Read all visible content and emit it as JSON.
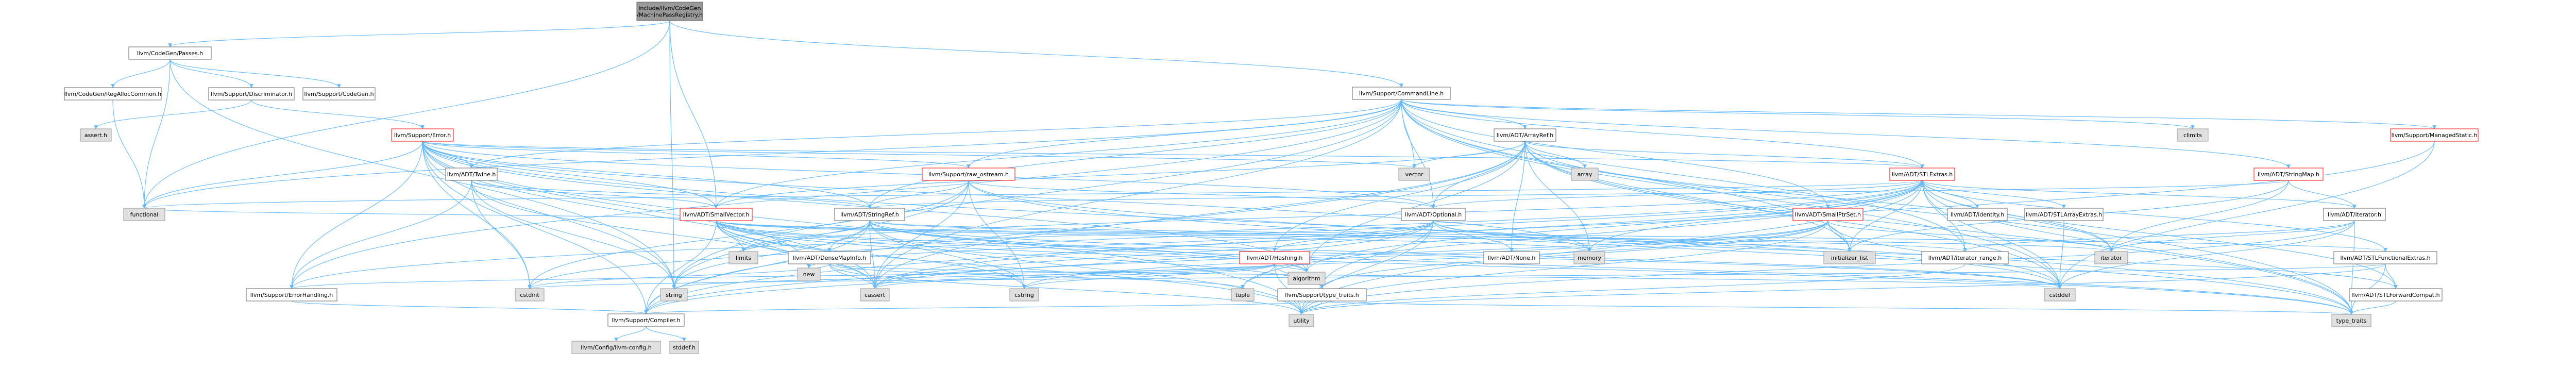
{
  "colors": {
    "root_fill": "#999999",
    "node_fill": "#ffffff",
    "node_stroke": "#666666",
    "red_stroke": "#ff0000",
    "sys_fill": "#e0e0e0",
    "sys_stroke": "#999999",
    "edge": "#63b8ff"
  },
  "nodes": [
    {
      "id": "root",
      "kind": "root",
      "lines": [
        "include/llvm/CodeGen",
        "/MachinePassRegistry.h"
      ]
    },
    {
      "id": "cgpasses",
      "kind": "normal",
      "lines": [
        "llvm/CodeGen/Passes.h"
      ]
    },
    {
      "id": "cmdline",
      "kind": "normal",
      "lines": [
        "llvm/Support/CommandLine.h"
      ]
    },
    {
      "id": "regalloc",
      "kind": "normal",
      "lines": [
        "llvm/CodeGen/RegAllocCommon.h"
      ]
    },
    {
      "id": "discrim",
      "kind": "normal",
      "lines": [
        "llvm/Support/Discriminator.h"
      ]
    },
    {
      "id": "codegen",
      "kind": "normal",
      "lines": [
        "llvm/Support/CodeGen.h"
      ]
    },
    {
      "id": "error",
      "kind": "red",
      "lines": [
        "llvm/Support/Error.h"
      ]
    },
    {
      "id": "assert",
      "kind": "sys",
      "lines": [
        "assert.h"
      ]
    },
    {
      "id": "twine",
      "kind": "normal",
      "lines": [
        "llvm/ADT/Twine.h"
      ]
    },
    {
      "id": "rawos",
      "kind": "red",
      "lines": [
        "llvm/Support/raw_ostream.h"
      ]
    },
    {
      "id": "arrayref",
      "kind": "normal",
      "lines": [
        "llvm/ADT/ArrayRef.h"
      ]
    },
    {
      "id": "stlextras",
      "kind": "red",
      "lines": [
        "llvm/ADT/STLExtras.h"
      ]
    },
    {
      "id": "smallptrset",
      "kind": "red",
      "lines": [
        "llvm/ADT/SmallPtrSet.h"
      ]
    },
    {
      "id": "stringmap",
      "kind": "red",
      "lines": [
        "llvm/ADT/StringMap.h"
      ]
    },
    {
      "id": "managedstatic",
      "kind": "red",
      "lines": [
        "llvm/Support/ManagedStatic.h"
      ]
    },
    {
      "id": "climits",
      "kind": "sys",
      "lines": [
        "climits"
      ]
    },
    {
      "id": "vector",
      "kind": "sys",
      "lines": [
        "vector"
      ]
    },
    {
      "id": "array",
      "kind": "sys",
      "lines": [
        "array"
      ]
    },
    {
      "id": "functional",
      "kind": "sys",
      "lines": [
        "functional"
      ]
    },
    {
      "id": "stringref",
      "kind": "normal",
      "lines": [
        "llvm/ADT/StringRef.h"
      ]
    },
    {
      "id": "smallvector",
      "kind": "red",
      "lines": [
        "llvm/ADT/SmallVector.h"
      ]
    },
    {
      "id": "optional",
      "kind": "normal",
      "lines": [
        "llvm/ADT/Optional.h"
      ]
    },
    {
      "id": "identity",
      "kind": "normal",
      "lines": [
        "llvm/ADT/identity.h"
      ]
    },
    {
      "id": "stlarrayextras",
      "kind": "normal",
      "lines": [
        "llvm/ADT/STLArrayExtras.h"
      ]
    },
    {
      "id": "iteratorh",
      "kind": "normal",
      "lines": [
        "llvm/ADT/iterator.h"
      ]
    },
    {
      "id": "densemapinfo",
      "kind": "normal",
      "lines": [
        "llvm/ADT/DenseMapInfo.h"
      ]
    },
    {
      "id": "hashing",
      "kind": "red",
      "lines": [
        "llvm/ADT/Hashing.h"
      ]
    },
    {
      "id": "noneh",
      "kind": "normal",
      "lines": [
        "llvm/ADT/None.h"
      ]
    },
    {
      "id": "iterrange",
      "kind": "normal",
      "lines": [
        "llvm/ADT/iterator_range.h"
      ]
    },
    {
      "id": "stlfunctional",
      "kind": "normal",
      "lines": [
        "llvm/ADT/STLFunctionalExtras.h"
      ]
    },
    {
      "id": "stlforward",
      "kind": "normal",
      "lines": [
        "llvm/ADT/STLForwardCompat.h"
      ]
    },
    {
      "id": "limits",
      "kind": "sys",
      "lines": [
        "limits"
      ]
    },
    {
      "id": "new",
      "kind": "sys",
      "lines": [
        "new"
      ]
    },
    {
      "id": "memory",
      "kind": "sys",
      "lines": [
        "memory"
      ]
    },
    {
      "id": "initlist",
      "kind": "sys",
      "lines": [
        "initializer_list"
      ]
    },
    {
      "id": "iterator",
      "kind": "sys",
      "lines": [
        "iterator"
      ]
    },
    {
      "id": "typetraitsh",
      "kind": "normal",
      "lines": [
        "llvm/Support/type_traits.h"
      ]
    },
    {
      "id": "errhandling",
      "kind": "normal",
      "lines": [
        "llvm/Support/ErrorHandling.h"
      ]
    },
    {
      "id": "string",
      "kind": "sys",
      "lines": [
        "string"
      ]
    },
    {
      "id": "cstdint",
      "kind": "sys",
      "lines": [
        "cstdint"
      ]
    },
    {
      "id": "cassert",
      "kind": "sys",
      "lines": [
        "cassert"
      ]
    },
    {
      "id": "cstring",
      "kind": "sys",
      "lines": [
        "cstring"
      ]
    },
    {
      "id": "tuple",
      "kind": "sys",
      "lines": [
        "tuple"
      ]
    },
    {
      "id": "algorithm",
      "kind": "sys",
      "lines": [
        "algorithm"
      ]
    },
    {
      "id": "cstddef",
      "kind": "sys",
      "lines": [
        "cstddef"
      ]
    },
    {
      "id": "utility",
      "kind": "sys",
      "lines": [
        "utility"
      ]
    },
    {
      "id": "typetraits",
      "kind": "sys",
      "lines": [
        "type_traits"
      ]
    },
    {
      "id": "compiler",
      "kind": "normal",
      "lines": [
        "llvm/Support/Compiler.h"
      ]
    },
    {
      "id": "llvmconfig",
      "kind": "sys",
      "lines": [
        "llvm/Config/llvm-config.h"
      ]
    },
    {
      "id": "stddef",
      "kind": "sys",
      "lines": [
        "stddef.h"
      ]
    }
  ],
  "edges": [
    [
      "root",
      "cgpasses"
    ],
    [
      "root",
      "cmdline"
    ],
    [
      "root",
      "smallvector"
    ],
    [
      "root",
      "functional"
    ],
    [
      "root",
      "string"
    ],
    [
      "cgpasses",
      "regalloc"
    ],
    [
      "cgpasses",
      "discrim"
    ],
    [
      "cgpasses",
      "codegen"
    ],
    [
      "cgpasses",
      "functional"
    ],
    [
      "cgpasses",
      "string"
    ],
    [
      "regalloc",
      "functional"
    ],
    [
      "discrim",
      "assert"
    ],
    [
      "discrim",
      "error"
    ],
    [
      "cmdline",
      "arrayref"
    ],
    [
      "cmdline",
      "stlextras"
    ],
    [
      "cmdline",
      "smallptrset"
    ],
    [
      "cmdline",
      "smallvector"
    ],
    [
      "cmdline",
      "stringmap"
    ],
    [
      "cmdline",
      "stringref"
    ],
    [
      "cmdline",
      "twine"
    ],
    [
      "cmdline",
      "errhandling"
    ],
    [
      "cmdline",
      "managedstatic"
    ],
    [
      "cmdline",
      "rawos"
    ],
    [
      "cmdline",
      "cassert"
    ],
    [
      "cmdline",
      "climits"
    ],
    [
      "cmdline",
      "cstddef"
    ],
    [
      "cmdline",
      "functional"
    ],
    [
      "cmdline",
      "initlist"
    ],
    [
      "cmdline",
      "string"
    ],
    [
      "cmdline",
      "typetraits"
    ],
    [
      "cmdline",
      "vector"
    ],
    [
      "cmdline",
      "optional"
    ],
    [
      "cmdline",
      "iterrange"
    ],
    [
      "error",
      "stlextras"
    ],
    [
      "error",
      "smallvector"
    ],
    [
      "error",
      "stringref"
    ],
    [
      "error",
      "twine"
    ],
    [
      "error",
      "errhandling"
    ],
    [
      "error",
      "rawos"
    ],
    [
      "error",
      "compiler"
    ],
    [
      "error",
      "algorithm"
    ],
    [
      "error",
      "cassert"
    ],
    [
      "error",
      "cstdint"
    ],
    [
      "error",
      "cstdlib_placeholder"
    ],
    [
      "error",
      "functional"
    ],
    [
      "error",
      "memory"
    ],
    [
      "error",
      "new"
    ],
    [
      "error",
      "string"
    ],
    [
      "error",
      "system_error_placeholder"
    ],
    [
      "error",
      "typetraits"
    ],
    [
      "error",
      "utility"
    ],
    [
      "error",
      "vector"
    ],
    [
      "error",
      "optional"
    ],
    [
      "twine",
      "smallvector"
    ],
    [
      "twine",
      "stringref"
    ],
    [
      "twine",
      "errhandling"
    ],
    [
      "twine",
      "cassert"
    ],
    [
      "twine",
      "cstdint"
    ],
    [
      "twine",
      "string"
    ],
    [
      "rawos",
      "stringref"
    ],
    [
      "rawos",
      "optional"
    ],
    [
      "rawos",
      "cassert"
    ],
    [
      "rawos",
      "cstddef"
    ],
    [
      "rawos",
      "cstdint"
    ],
    [
      "rawos",
      "cstring"
    ],
    [
      "rawos",
      "string"
    ],
    [
      "rawos",
      "typetraits"
    ],
    [
      "arrayref",
      "hashing"
    ],
    [
      "arrayref",
      "noneh"
    ],
    [
      "arrayref",
      "smallvector"
    ],
    [
      "arrayref",
      "stlextras"
    ],
    [
      "arrayref",
      "compiler"
    ],
    [
      "arrayref",
      "algorithm"
    ],
    [
      "arrayref",
      "array"
    ],
    [
      "arrayref",
      "cassert"
    ],
    [
      "arrayref",
      "cstddef"
    ],
    [
      "arrayref",
      "initlist"
    ],
    [
      "arrayref",
      "iterator"
    ],
    [
      "arrayref",
      "memory"
    ],
    [
      "arrayref",
      "typetraits"
    ],
    [
      "arrayref",
      "vector"
    ],
    [
      "arrayref",
      "optional"
    ],
    [
      "stlextras",
      "identity"
    ],
    [
      "stlextras",
      "stlarrayextras"
    ],
    [
      "stlextras",
      "stlforward"
    ],
    [
      "stlextras",
      "stlfunctional"
    ],
    [
      "stlextras",
      "iteratorh"
    ],
    [
      "stlextras",
      "iterrange"
    ],
    [
      "stlextras",
      "optional"
    ],
    [
      "stlextras",
      "errhandling"
    ],
    [
      "stlextras",
      "algorithm"
    ],
    [
      "stlextras",
      "cassert"
    ],
    [
      "stlextras",
      "cstddef"
    ],
    [
      "stlextras",
      "cstdint"
    ],
    [
      "stlextras",
      "cstdlib_placeholder"
    ],
    [
      "stlextras",
      "functional"
    ],
    [
      "stlextras",
      "initlist"
    ],
    [
      "stlextras",
      "iterator"
    ],
    [
      "stlextras",
      "limits"
    ],
    [
      "stlextras",
      "memory"
    ],
    [
      "stlextras",
      "tuple"
    ],
    [
      "stlextras",
      "typetraits"
    ],
    [
      "stlextras",
      "utility"
    ],
    [
      "smallptrset",
      "compiler"
    ],
    [
      "smallptrset",
      "epochtracker_placeholder"
    ],
    [
      "smallptrset",
      "typetraitsh"
    ],
    [
      "smallptrset",
      "cassert"
    ],
    [
      "smallptrset",
      "cstddef"
    ],
    [
      "smallptrset",
      "cstdlib_placeholder"
    ],
    [
      "smallptrset",
      "cstring"
    ],
    [
      "smallptrset",
      "initlist"
    ],
    [
      "smallptrset",
      "iterator"
    ],
    [
      "smallptrset",
      "utility"
    ],
    [
      "stringmap",
      "stringref"
    ],
    [
      "stringmap",
      "iteratorh"
    ],
    [
      "stringmap",
      "initlist"
    ],
    [
      "stringmap",
      "iterator"
    ],
    [
      "managedstatic",
      "compiler"
    ],
    [
      "managedstatic",
      "cstddef"
    ],
    [
      "stringref",
      "stlfunctional"
    ],
    [
      "stringref",
      "iterrange"
    ],
    [
      "stringref",
      "compiler"
    ],
    [
      "stringref",
      "algorithm"
    ],
    [
      "stringref",
      "cassert"
    ],
    [
      "stringref",
      "cstddef"
    ],
    [
      "stringref",
      "cstring"
    ],
    [
      "stringref",
      "limits"
    ],
    [
      "stringref",
      "string"
    ],
    [
      "stringref",
      "typetraits"
    ],
    [
      "stringref",
      "utility"
    ],
    [
      "stringref",
      "densemapinfo"
    ],
    [
      "smallvector",
      "compiler"
    ],
    [
      "smallvector",
      "typetraitsh"
    ],
    [
      "smallvector",
      "algorithm"
    ],
    [
      "smallvector",
      "cassert"
    ],
    [
      "smallvector",
      "cstddef"
    ],
    [
      "smallvector",
      "cstdlib_placeholder"
    ],
    [
      "smallvector",
      "cstring"
    ],
    [
      "smallvector",
      "functional"
    ],
    [
      "smallvector",
      "initlist"
    ],
    [
      "smallvector",
      "iterator"
    ],
    [
      "smallvector",
      "limits"
    ],
    [
      "smallvector",
      "memory"
    ],
    [
      "smallvector",
      "new"
    ],
    [
      "smallvector",
      "typetraits"
    ],
    [
      "smallvector",
      "utility"
    ],
    [
      "optional",
      "hashing"
    ],
    [
      "optional",
      "noneh"
    ],
    [
      "optional",
      "stlforward"
    ],
    [
      "optional",
      "compiler"
    ],
    [
      "optional",
      "typetraitsh"
    ],
    [
      "optional",
      "cassert"
    ],
    [
      "optional",
      "memory"
    ],
    [
      "optional",
      "new"
    ],
    [
      "optional",
      "utility"
    ],
    [
      "stlarrayextras",
      "cstddef"
    ],
    [
      "iteratorh",
      "iterrange"
    ],
    [
      "iteratorh",
      "cstddef"
    ],
    [
      "iteratorh",
      "iterator"
    ],
    [
      "iteratorh",
      "typetraits"
    ],
    [
      "iteratorh",
      "utility"
    ],
    [
      "densemapinfo",
      "cassert"
    ],
    [
      "densemapinfo",
      "cstddef"
    ],
    [
      "densemapinfo",
      "cstdint"
    ],
    [
      "densemapinfo",
      "tuple"
    ],
    [
      "densemapinfo",
      "utility"
    ],
    [
      "hashing",
      "errhandling"
    ],
    [
      "hashing",
      "typetraitsh"
    ],
    [
      "hashing",
      "algorithm"
    ],
    [
      "hashing",
      "cassert"
    ],
    [
      "hashing",
      "cstring"
    ],
    [
      "hashing",
      "string"
    ],
    [
      "hashing",
      "tuple"
    ],
    [
      "hashing",
      "utility"
    ],
    [
      "iterrange",
      "utility"
    ],
    [
      "stlfunctional",
      "stlforward"
    ],
    [
      "stlfunctional",
      "cstdint"
    ],
    [
      "stlfunctional",
      "typetraits"
    ],
    [
      "stlfunctional",
      "utility"
    ],
    [
      "stlforward",
      "typetraits"
    ],
    [
      "typetraitsh",
      "compiler"
    ],
    [
      "typetraitsh",
      "typetraits"
    ],
    [
      "typetraitsh",
      "utility"
    ],
    [
      "errhandling",
      "compiler"
    ],
    [
      "compiler",
      "llvmconfig"
    ],
    [
      "compiler",
      "stddef"
    ]
  ]
}
